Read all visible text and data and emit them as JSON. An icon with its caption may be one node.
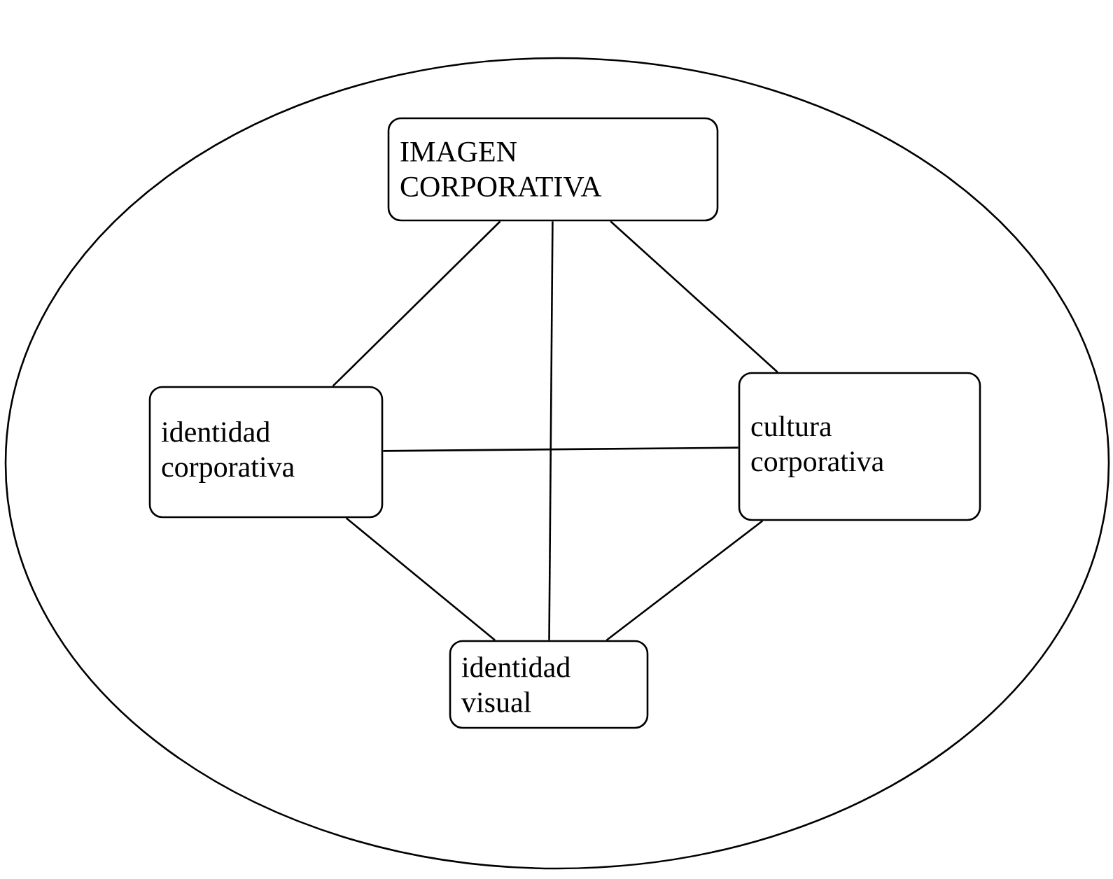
{
  "diagram": {
    "nodes": [
      {
        "text": [],
        "shape": "ellipse"
      },
      {
        "text": [
          "IMAGEN CORPORATIVA"
        ],
        "in": 0
      },
      {
        "text": [
          "identidad corporativa"
        ],
        "in": 0
      },
      {
        "text": [
          "cultura corporativa"
        ],
        "in": 0
      },
      {
        "text": [
          "identidad visual"
        ],
        "in": 0
      }
    ],
    "edges": [
      {
        "from": 1,
        "to": 2,
        "arrow": "none"
      },
      {
        "from": 1,
        "to": 3,
        "arrow": "none"
      },
      {
        "from": 1,
        "to": 4,
        "arrow": "none"
      },
      {
        "from": 2,
        "to": 3,
        "arrow": "none"
      },
      {
        "from": 2,
        "to": 4,
        "arrow": "none"
      },
      {
        "from": 3,
        "to": 4,
        "arrow": "none"
      }
    ]
  }
}
